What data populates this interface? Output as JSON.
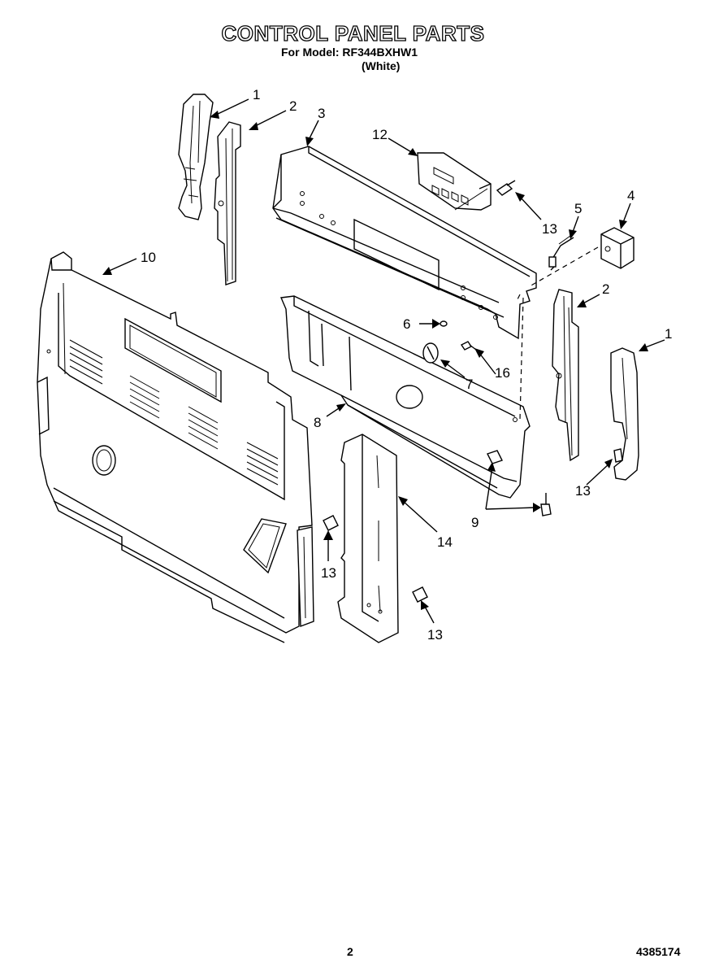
{
  "header": {
    "title": "CONTROL PANEL PARTS",
    "model_line": "For Model: RF344BXHW1",
    "color_line": "(White)"
  },
  "footer": {
    "page_number": "2",
    "doc_number": "4385174"
  },
  "callouts": {
    "c1a": "1",
    "c2a": "2",
    "c3": "3",
    "c12": "12",
    "c13a": "13",
    "c5": "5",
    "c4": "4",
    "c10": "10",
    "c2b": "2",
    "c1b": "1",
    "c6": "6",
    "c16": "16",
    "c7": "7",
    "c8": "8",
    "c13b": "13",
    "c9": "9",
    "c14": "14",
    "c13c": "13",
    "c13d": "13"
  }
}
